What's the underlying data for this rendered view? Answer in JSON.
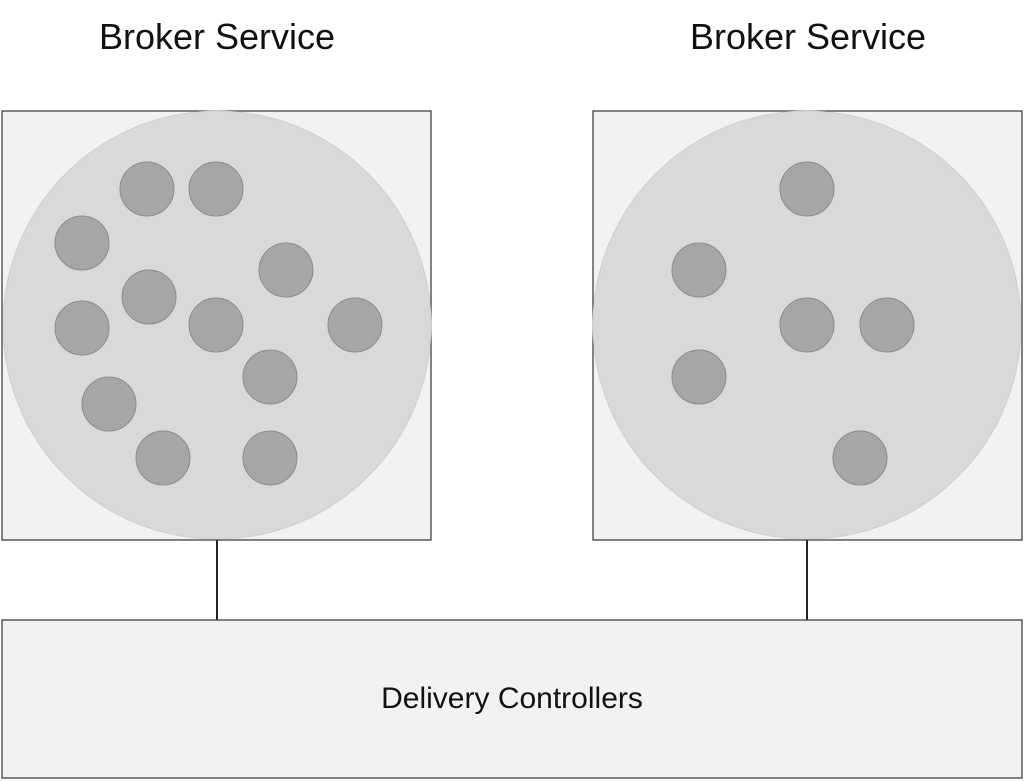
{
  "brokers": [
    {
      "title": "Broker Service",
      "node_count": 12
    },
    {
      "title": "Broker Service",
      "node_count": 6
    }
  ],
  "controller": {
    "label": "Delivery Controllers"
  },
  "colors": {
    "box_fill": "#f2f2f2",
    "box_stroke": "#333333",
    "pool_fill": "#d9d9d9",
    "node_fill": "#a6a6a6",
    "node_stroke": "#8c8c8c",
    "connector": "#222222"
  }
}
